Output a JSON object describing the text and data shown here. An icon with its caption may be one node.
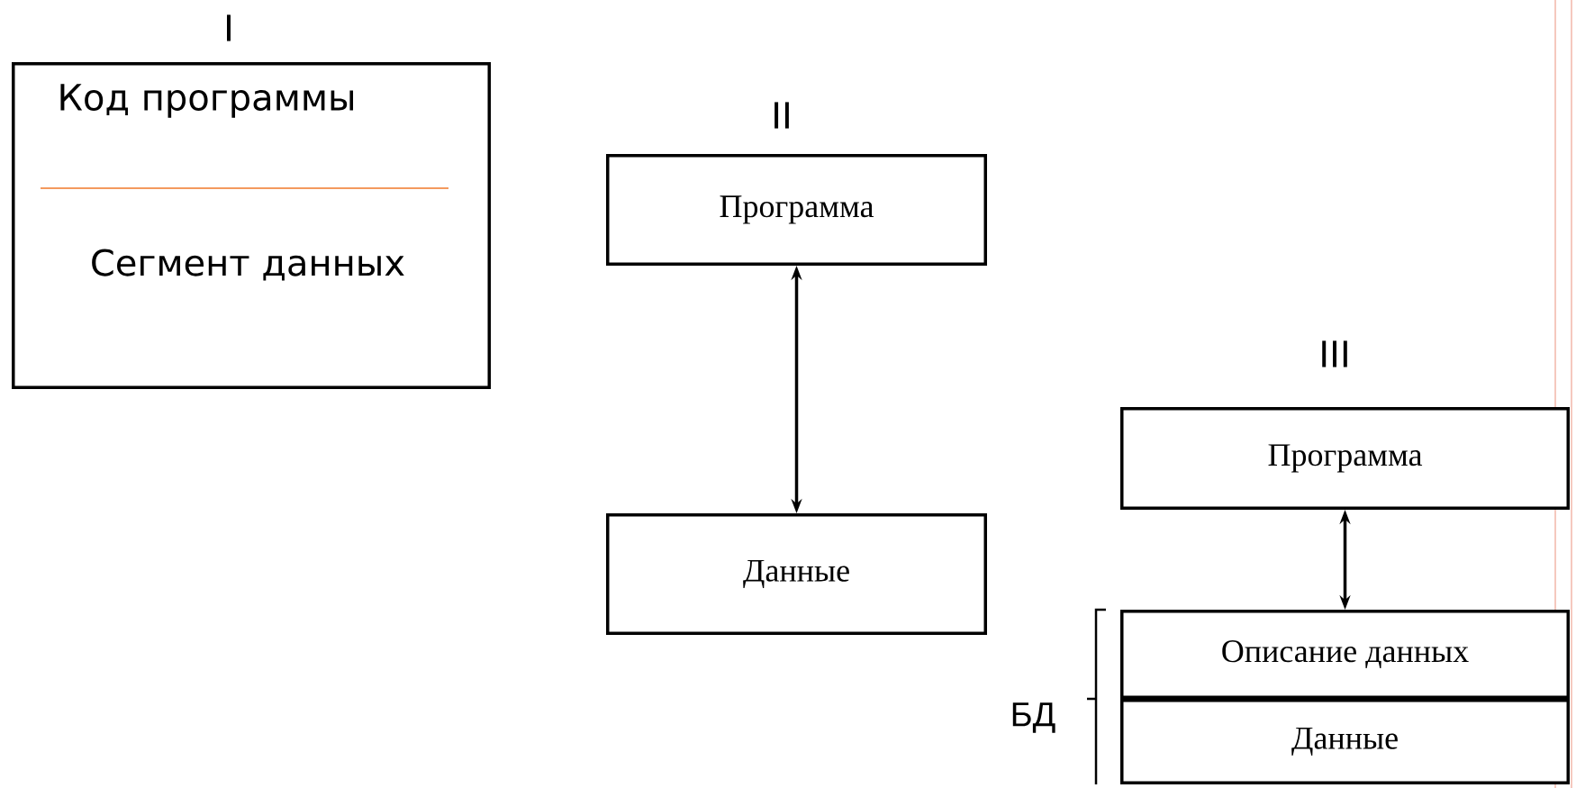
{
  "diagram": {
    "nodes": [
      {
        "text": [
          "Код программы",
          "Сегмент данных"
        ]
      },
      {
        "text": [
          "Программа"
        ]
      },
      {
        "text": [
          "Данные"
        ]
      },
      {
        "text": [
          "Программа"
        ]
      },
      {
        "text": [
          "Описание данных"
        ]
      },
      {
        "text": [
          "Данные"
        ]
      }
    ],
    "edges": [
      {
        "from": 1,
        "to": 2,
        "arrow": "both"
      },
      {
        "from": 3,
        "to": 4,
        "arrow": "both"
      }
    ],
    "labels": [
      "I",
      "II",
      "III",
      "БД"
    ]
  }
}
